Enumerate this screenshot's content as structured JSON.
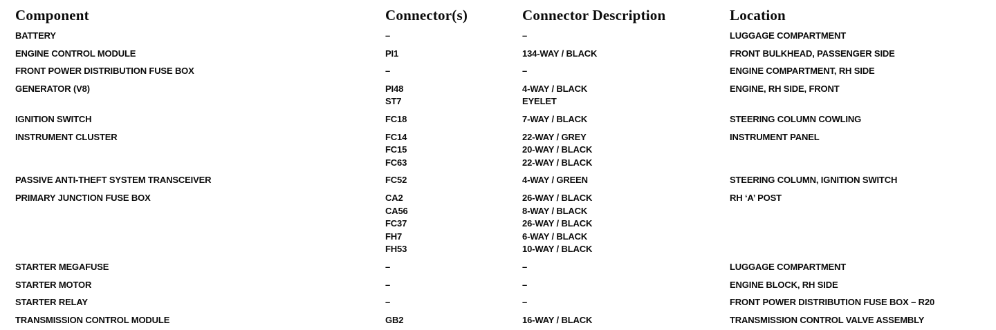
{
  "table": {
    "headers": [
      {
        "label": "Component"
      },
      {
        "label": "Connector(s)"
      },
      {
        "label": "Connector Description"
      },
      {
        "label": "Location"
      }
    ],
    "rows": [
      {
        "component": "BATTERY",
        "connectors": [
          {
            "id": "–",
            "desc": "–"
          }
        ],
        "location": "LUGGAGE COMPARTMENT"
      },
      {
        "component": "ENGINE CONTROL MODULE",
        "connectors": [
          {
            "id": "PI1",
            "desc": "134-WAY / BLACK"
          }
        ],
        "location": "FRONT BULKHEAD, PASSENGER SIDE"
      },
      {
        "component": "FRONT POWER DISTRIBUTION FUSE BOX",
        "connectors": [
          {
            "id": "–",
            "desc": "–"
          }
        ],
        "location": "ENGINE COMPARTMENT, RH SIDE"
      },
      {
        "component": "GENERATOR (V8)",
        "connectors": [
          {
            "id": "PI48",
            "desc": "4-WAY / BLACK"
          },
          {
            "id": "ST7",
            "desc": "EYELET"
          }
        ],
        "location": "ENGINE, RH SIDE, FRONT"
      },
      {
        "component": "IGNITION SWITCH",
        "connectors": [
          {
            "id": "FC18",
            "desc": "7-WAY / BLACK"
          }
        ],
        "location": "STEERING COLUMN COWLING"
      },
      {
        "component": "INSTRUMENT CLUSTER",
        "connectors": [
          {
            "id": "FC14",
            "desc": "22-WAY / GREY"
          },
          {
            "id": "FC15",
            "desc": "20-WAY / BLACK"
          },
          {
            "id": "FC63",
            "desc": "22-WAY / BLACK"
          }
        ],
        "location": "INSTRUMENT PANEL"
      },
      {
        "component": "PASSIVE ANTI-THEFT SYSTEM TRANSCEIVER",
        "connectors": [
          {
            "id": "FC52",
            "desc": "4-WAY / GREEN"
          }
        ],
        "location": "STEERING COLUMN, IGNITION SWITCH"
      },
      {
        "component": "PRIMARY JUNCTION FUSE BOX",
        "connectors": [
          {
            "id": "CA2",
            "desc": "26-WAY / BLACK"
          },
          {
            "id": "CA56",
            "desc": "8-WAY / BLACK"
          },
          {
            "id": "FC37",
            "desc": "26-WAY / BLACK"
          },
          {
            "id": "FH7",
            "desc": "6-WAY / BLACK"
          },
          {
            "id": "FH53",
            "desc": "10-WAY / BLACK"
          }
        ],
        "location": "RH ‘A’ POST"
      },
      {
        "component": "STARTER MEGAFUSE",
        "connectors": [
          {
            "id": "–",
            "desc": "–"
          }
        ],
        "location": "LUGGAGE COMPARTMENT"
      },
      {
        "component": "STARTER MOTOR",
        "connectors": [
          {
            "id": "–",
            "desc": "–"
          }
        ],
        "location": "ENGINE BLOCK, RH SIDE"
      },
      {
        "component": "STARTER RELAY",
        "connectors": [
          {
            "id": "–",
            "desc": "–"
          }
        ],
        "location": "FRONT POWER DISTRIBUTION FUSE BOX – R20"
      },
      {
        "component": "TRANSMISSION CONTROL MODULE",
        "connectors": [
          {
            "id": "GB2",
            "desc": "16-WAY / BLACK"
          }
        ],
        "location": "TRANSMISSION CONTROL VALVE ASSEMBLY"
      }
    ]
  },
  "colors": {
    "text": "#0b0b0b",
    "background": "#ffffff"
  }
}
